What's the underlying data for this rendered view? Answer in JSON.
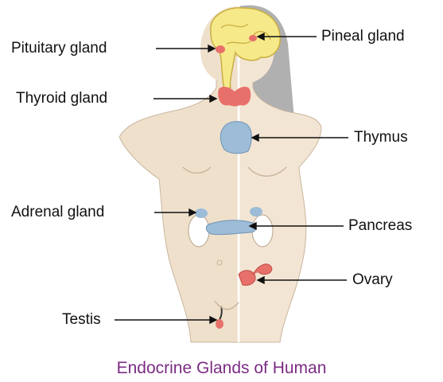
{
  "labels": {
    "pituitary": "Pituitary gland",
    "pineal": "Pineal gland",
    "thyroid": "Thyroid gland",
    "thymus": "Thymus",
    "adrenal": "Adrenal gland",
    "pancreas": "Pancreas",
    "ovary": "Ovary",
    "testis": "Testis"
  },
  "caption": "Endocrine Glands of Human",
  "colors": {
    "male_skin": "#efe0cc",
    "female_skin": "#f3e5d3",
    "outline": "#b8a48c",
    "brain": "#f6e98a",
    "gland_red": "#e8706a",
    "thymus_blue": "#9cbcd8",
    "kidney": "#ffffff",
    "hair": "#b0b0b0",
    "caption": "#7b2c83"
  }
}
